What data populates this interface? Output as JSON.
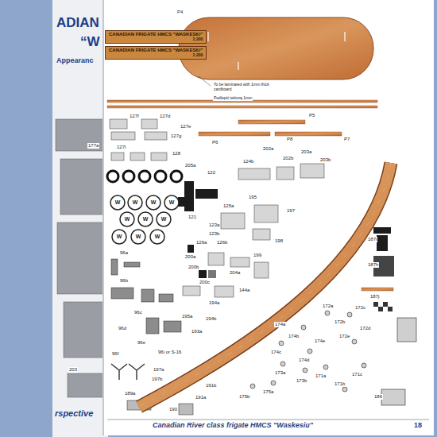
{
  "diagram": {
    "caption": "Canadian River class frigate HMCS \"Waskesiu\"",
    "nodes": [
      {
        "text": [
          "CANADIAN FRIGATE HMCS \"WASKESIU\"",
          "1:200"
        ]
      },
      {
        "text": [
          "CANADIAN FRIGATE HMCS \"WASKESIU\"",
          "1:200"
        ]
      }
    ],
    "edges": [],
    "labels": [
      "ADIAN",
      "“W",
      "Appearanc",
      "rspective",
      "177a",
      "203",
      "P4",
      "To be laminated with 1mm thick cardboard",
      "Podlepić tekturą 1mm",
      "P5",
      "P6",
      "P8",
      "P7",
      "127f",
      "127d",
      "127e",
      "127g",
      "127i",
      "128",
      "202a",
      "202b",
      "203a",
      "203b",
      "124b",
      "205a",
      "122",
      "121",
      "123a",
      "123b",
      "125a",
      "126a",
      "126b",
      "195",
      "197",
      "198",
      "187i",
      "187h",
      "187j",
      "200a",
      "200b",
      "199",
      "204a",
      "200c",
      "144a",
      "96a",
      "96b",
      "195a",
      "194a",
      "194b",
      "193a",
      "96c",
      "96d",
      "96e",
      "96f",
      "96i or S-16",
      "197a",
      "197b",
      "189a",
      "190",
      "191a",
      "191b",
      "172a",
      "172b",
      "172c",
      "172d",
      "172e",
      "174a",
      "174b",
      "174e",
      "174c",
      "174d",
      "173a",
      "173b",
      "171a",
      "171b",
      "171c",
      "175b",
      "175a",
      "186",
      "18",
      "W",
      "W",
      "W",
      "W",
      "W",
      "W",
      "W",
      "W",
      "W",
      "W"
    ]
  }
}
